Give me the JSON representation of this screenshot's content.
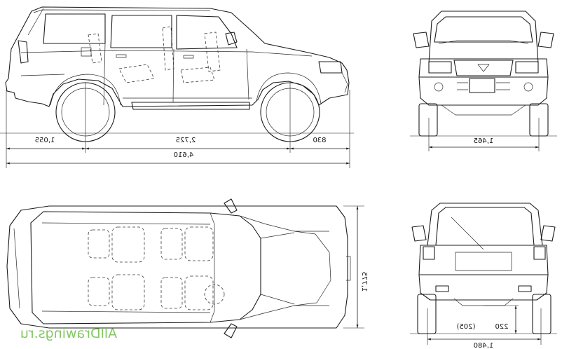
{
  "dimensions": {
    "rear_overhang": "1,055",
    "wheelbase": "2,725",
    "front_overhang": "830",
    "overall_length": "4,610",
    "front_track": "1,465",
    "height": "1,775",
    "rear_track": "1,480",
    "ground_clearance": "220",
    "ground_clearance_alt": "(205)"
  },
  "watermark": "AllDrawings.ru"
}
